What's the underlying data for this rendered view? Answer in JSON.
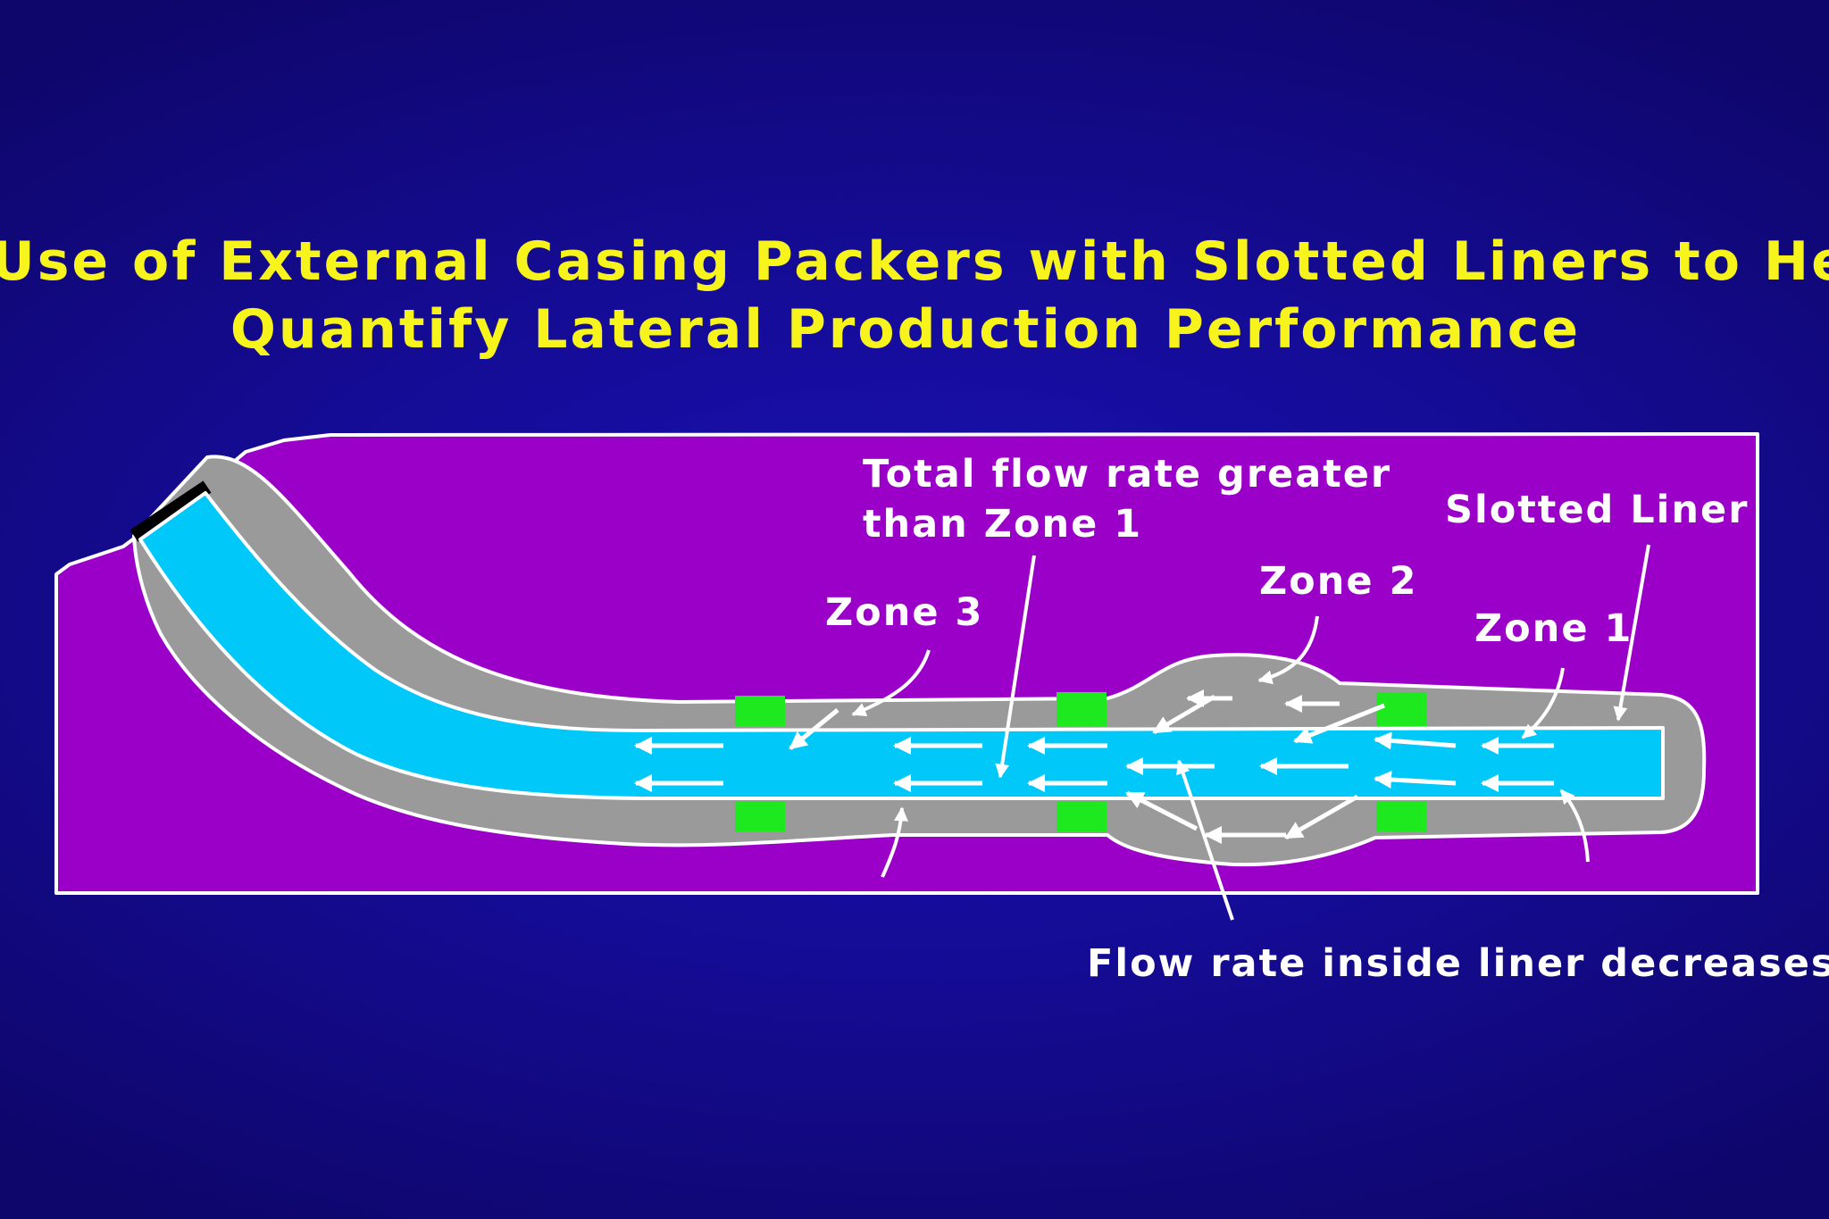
{
  "title": {
    "line1": "Use of External Casing Packers with Slotted Liners to Help",
    "line2": "Quantify Lateral Production Performance"
  },
  "labels": {
    "total_flow_line1": "Total flow rate greater",
    "total_flow_line2": "than Zone 1",
    "slotted_liner": "Slotted Liner",
    "zone1": "Zone 1",
    "zone2": "Zone 2",
    "zone3": "Zone 3",
    "flow_decreases": "Flow rate inside liner decreases"
  },
  "colors": {
    "background": "#150c98",
    "title": "#f7f31c",
    "formation": "#9b00c9",
    "borehole": "#9a9a9a",
    "liner": "#00c8f8",
    "packer": "#1ee81e",
    "arrows": "#ffffff"
  }
}
